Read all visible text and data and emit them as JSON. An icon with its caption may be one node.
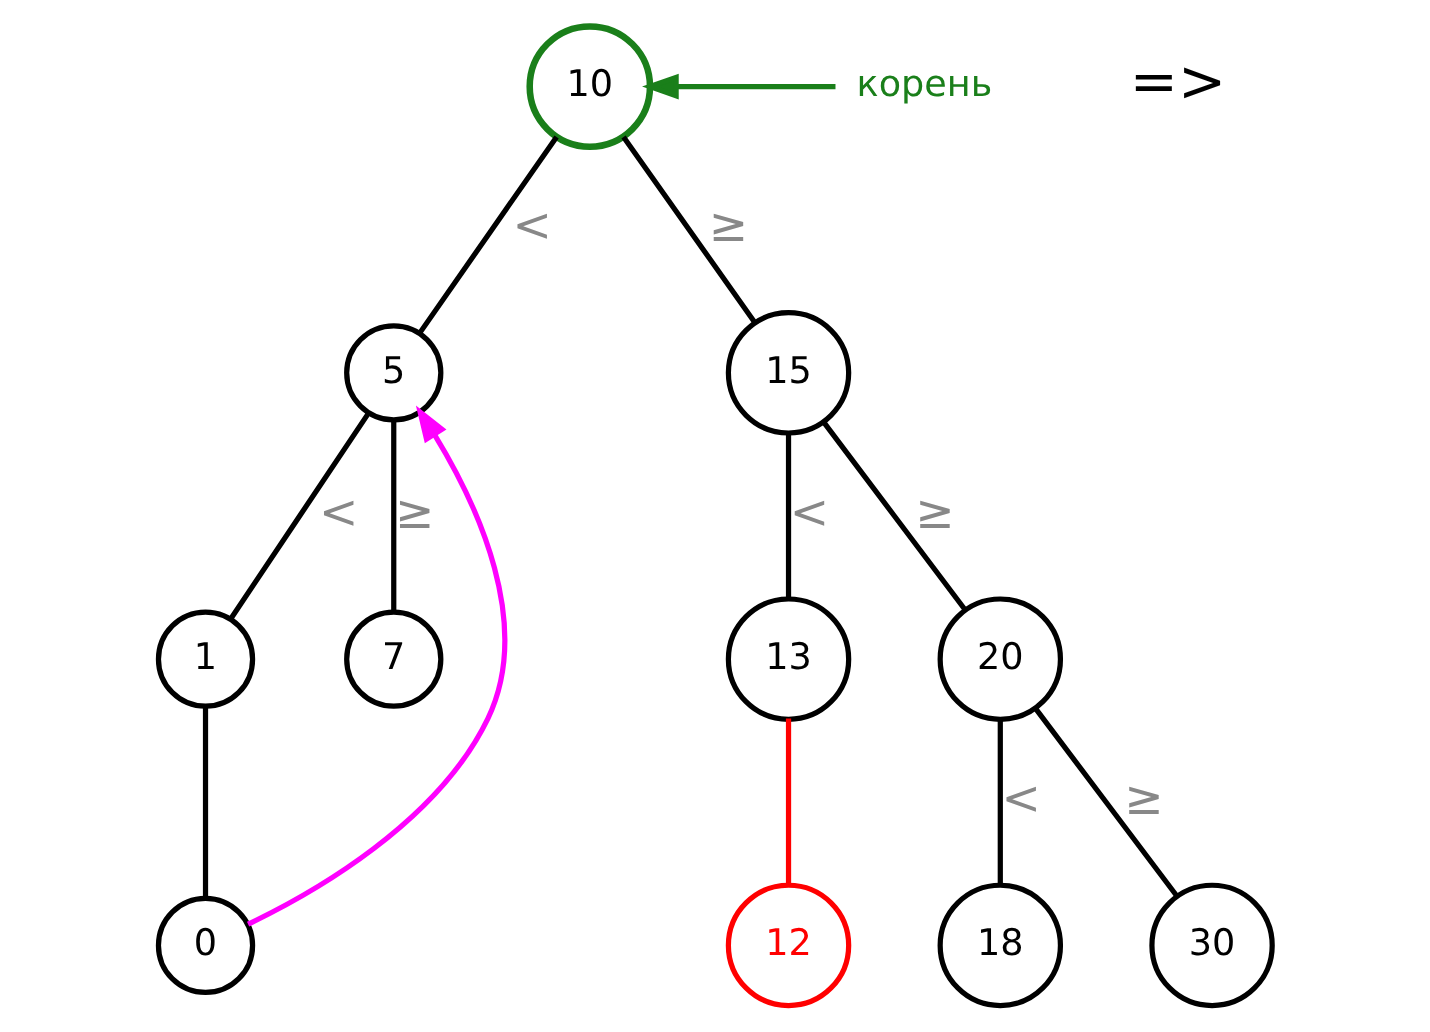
{
  "diagram": {
    "nodes": [
      {
        "text": [
          "10"
        ]
      },
      {
        "text": [
          "корень"
        ]
      },
      {
        "text": [
          "5"
        ]
      },
      {
        "text": [
          "15"
        ]
      },
      {
        "text": [
          "1"
        ]
      },
      {
        "text": [
          "7"
        ]
      },
      {
        "text": [
          "13"
        ]
      },
      {
        "text": [
          "20"
        ]
      },
      {
        "text": [
          "12"
        ]
      },
      {
        "text": [
          "18"
        ]
      },
      {
        "text": [
          "30"
        ]
      },
      {
        "text": [
          "0"
        ]
      }
    ],
    "edges": [
      {
        "from": 1,
        "to": 0,
        "arrow": "to",
        "color": "#1a7f1a"
      },
      {
        "from": 0,
        "to": 2,
        "arrow": "none",
        "label": "<"
      },
      {
        "from": 0,
        "to": 3,
        "arrow": "none",
        "label": "≥"
      },
      {
        "from": 2,
        "to": 4,
        "arrow": "none",
        "label": "<"
      },
      {
        "from": 2,
        "to": 5,
        "arrow": "none",
        "label": "≥"
      },
      {
        "from": 3,
        "to": 6,
        "arrow": "none",
        "label": "<"
      },
      {
        "from": 3,
        "to": 7,
        "arrow": "none",
        "label": "≥"
      },
      {
        "from": 6,
        "to": 8,
        "arrow": "none",
        "color": "#ff0000"
      },
      {
        "from": 7,
        "to": 9,
        "arrow": "none",
        "label": "<"
      },
      {
        "from": 7,
        "to": 10,
        "arrow": "none",
        "label": "≥"
      },
      {
        "from": 4,
        "to": 11,
        "arrow": "none"
      },
      {
        "from": 11,
        "to": 2,
        "arrow": "to",
        "color": "#ff00ff"
      }
    ],
    "labels": [
      "=>"
    ]
  }
}
